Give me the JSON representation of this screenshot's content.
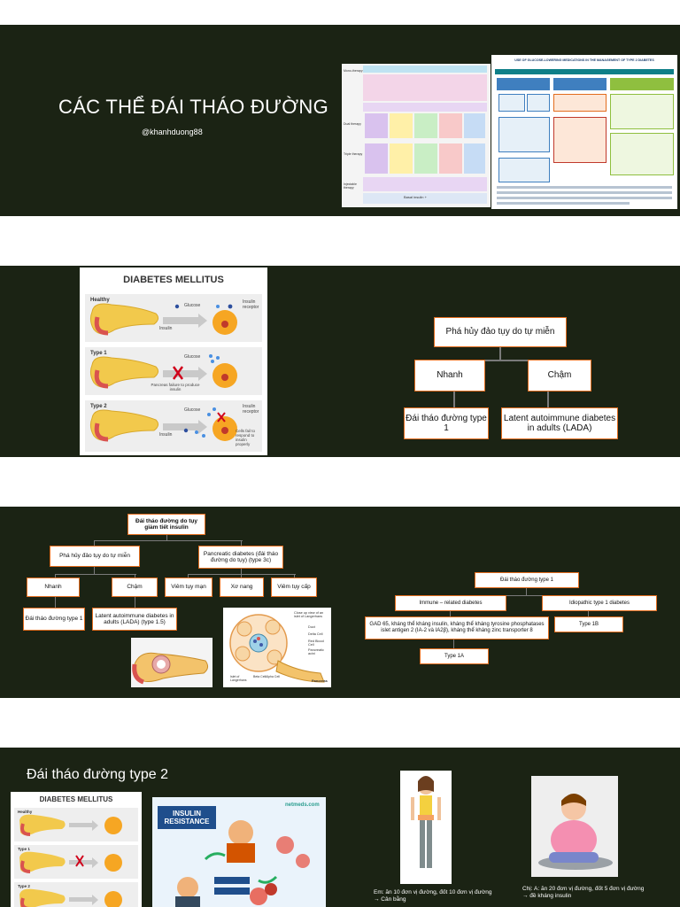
{
  "slide1": {
    "title": "CÁC THỂ ĐÁI THÁO ĐƯỜNG",
    "author": "@khanhduong88",
    "right_thumb_title": "USE OF GLUCOSE-LOWERING MEDICATIONS IN THE MANAGEMENT OF TYPE 2 DIABETES",
    "left_thumb_labels": [
      "Mono-therapy",
      "Dual therapy",
      "Triple therapy",
      "Injectable therapy"
    ],
    "left_thumb_footer": "Basal insulin +"
  },
  "slide2": {
    "figure_title": "DIABETES MELLITUS",
    "rows": [
      {
        "label": "Healthy",
        "notes": [
          "Glucose",
          "Insulin",
          "Insulin receptor"
        ]
      },
      {
        "label": "Type 1",
        "notes": [
          "Glucose",
          "Pancreas failure to produce insulin"
        ]
      },
      {
        "label": "Type 2",
        "notes": [
          "Glucose",
          "Insulin",
          "Insulin receptor",
          "Cells fail to respond to insulin properly"
        ]
      }
    ],
    "tree": {
      "root": "Phá hủy đảo tụy do tự miễn",
      "fast": "Nhanh",
      "slow": "Chậm",
      "type1": "Đái tháo đường type 1",
      "lada": "Latent autoimmune diabetes in adults (LADA)"
    }
  },
  "slide3": {
    "tree": {
      "root": "Đái tháo đường do tụy giảm tiết insulin",
      "autoimmune": "Phá hủy đảo tụy do tự miễn",
      "pancreatic": "Pancreatic diabetes (đái tháo đường do tụy) (type 3c)",
      "fast": "Nhanh",
      "slow": "Chậm",
      "chronic": "Viêm tụy mạn",
      "fibrosis": "Xơ nang",
      "acute": "Viêm tụy cấp",
      "type1": "Đái tháo đường type 1",
      "lada": "Latent autoimmune diabetes in adults (LADA) (type 1.5)"
    },
    "pancreas_labels": [
      "Close up view of an islet of Langerhans",
      "Duct",
      "Delta Cell",
      "Red Blood Cell",
      "Pancreatic acini",
      "Islet of Langerhans",
      "Beta Cell",
      "Alpha Cell",
      "Pancreas"
    ],
    "type1_tree": {
      "root": "Đái tháo đường type 1",
      "immune": "Immune – related diabetes",
      "idiopathic": "Idiopathic type 1 diabetes",
      "antibodies": "GAD 65, kháng thể kháng insulin, kháng thể kháng tyrosine phosphatases islet antigen 2 (IA-2 và IA2β), kháng thể kháng zinc transporter 8",
      "type1b": "Type 1B",
      "type1a": "Type 1A"
    }
  },
  "slide4": {
    "title": "Đái tháo đường type 2",
    "figure_title": "DIABETES MELLITUS",
    "rows": [
      "Healthy",
      "Type 1",
      "Type 2"
    ],
    "resistance_title": "INSULIN RESISTANCE",
    "brand": "netmeds.com",
    "caption_left": "Em: ăn 10 đơn vị đường, đốt 10 đơn vị đường",
    "caption_left_2": "→ Cân bằng",
    "caption_right": "Chị: A: ăn 20 đơn vị đường, đốt 5 đơn vị đường",
    "caption_right_2": "→ đề kháng insulin"
  },
  "colors": {
    "slide_bg": "#1b2314",
    "box_border": "#e36d1e",
    "connector": "#7a7a7a",
    "pancreas": "#f2c94c",
    "cell": "#f6a623"
  }
}
